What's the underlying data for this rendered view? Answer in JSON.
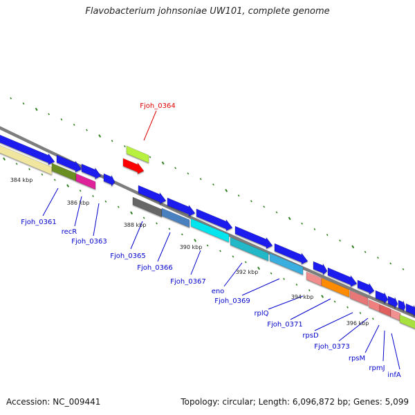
{
  "title": "Flavobacterium johnsoniae UW101, complete genome",
  "footer": {
    "accession": "Accession: NC_009441",
    "topology": "Topology: circular; Length: 6,096,872 bp; Genes: 5,099"
  },
  "scale_labels": [
    "384 kbp",
    "386 kbp",
    "388 kbp",
    "390 kbp",
    "392 kbp",
    "394 kbp",
    "396 kbp"
  ],
  "gene_labels": [
    {
      "text": "Fjoh_0364",
      "color": "#dd0000"
    },
    {
      "text": "Fjoh_0361",
      "color": "#0000cc"
    },
    {
      "text": "recR",
      "color": "#0000cc"
    },
    {
      "text": "Fjoh_0363",
      "color": "#0000cc"
    },
    {
      "text": "Fjoh_0365",
      "color": "#0000cc"
    },
    {
      "text": "Fjoh_0366",
      "color": "#0000cc"
    },
    {
      "text": "Fjoh_0367",
      "color": "#0000cc"
    },
    {
      "text": "eno",
      "color": "#0000cc"
    },
    {
      "text": "Fjoh_0369",
      "color": "#0000cc"
    },
    {
      "text": "rplQ",
      "color": "#0000cc"
    },
    {
      "text": "Fjoh_0371",
      "color": "#0000cc"
    },
    {
      "text": "rpsD",
      "color": "#0000cc"
    },
    {
      "text": "Fjoh_0373",
      "color": "#0000cc"
    },
    {
      "text": "rpsM",
      "color": "#0000cc"
    },
    {
      "text": "rpmJ",
      "color": "#0000cc"
    },
    {
      "text": "infA",
      "color": "#0000cc"
    }
  ],
  "colors": {
    "backbone": "#8a8a8a",
    "cds_arrow": "#1a1aee",
    "tick": "#2e7d1e"
  }
}
